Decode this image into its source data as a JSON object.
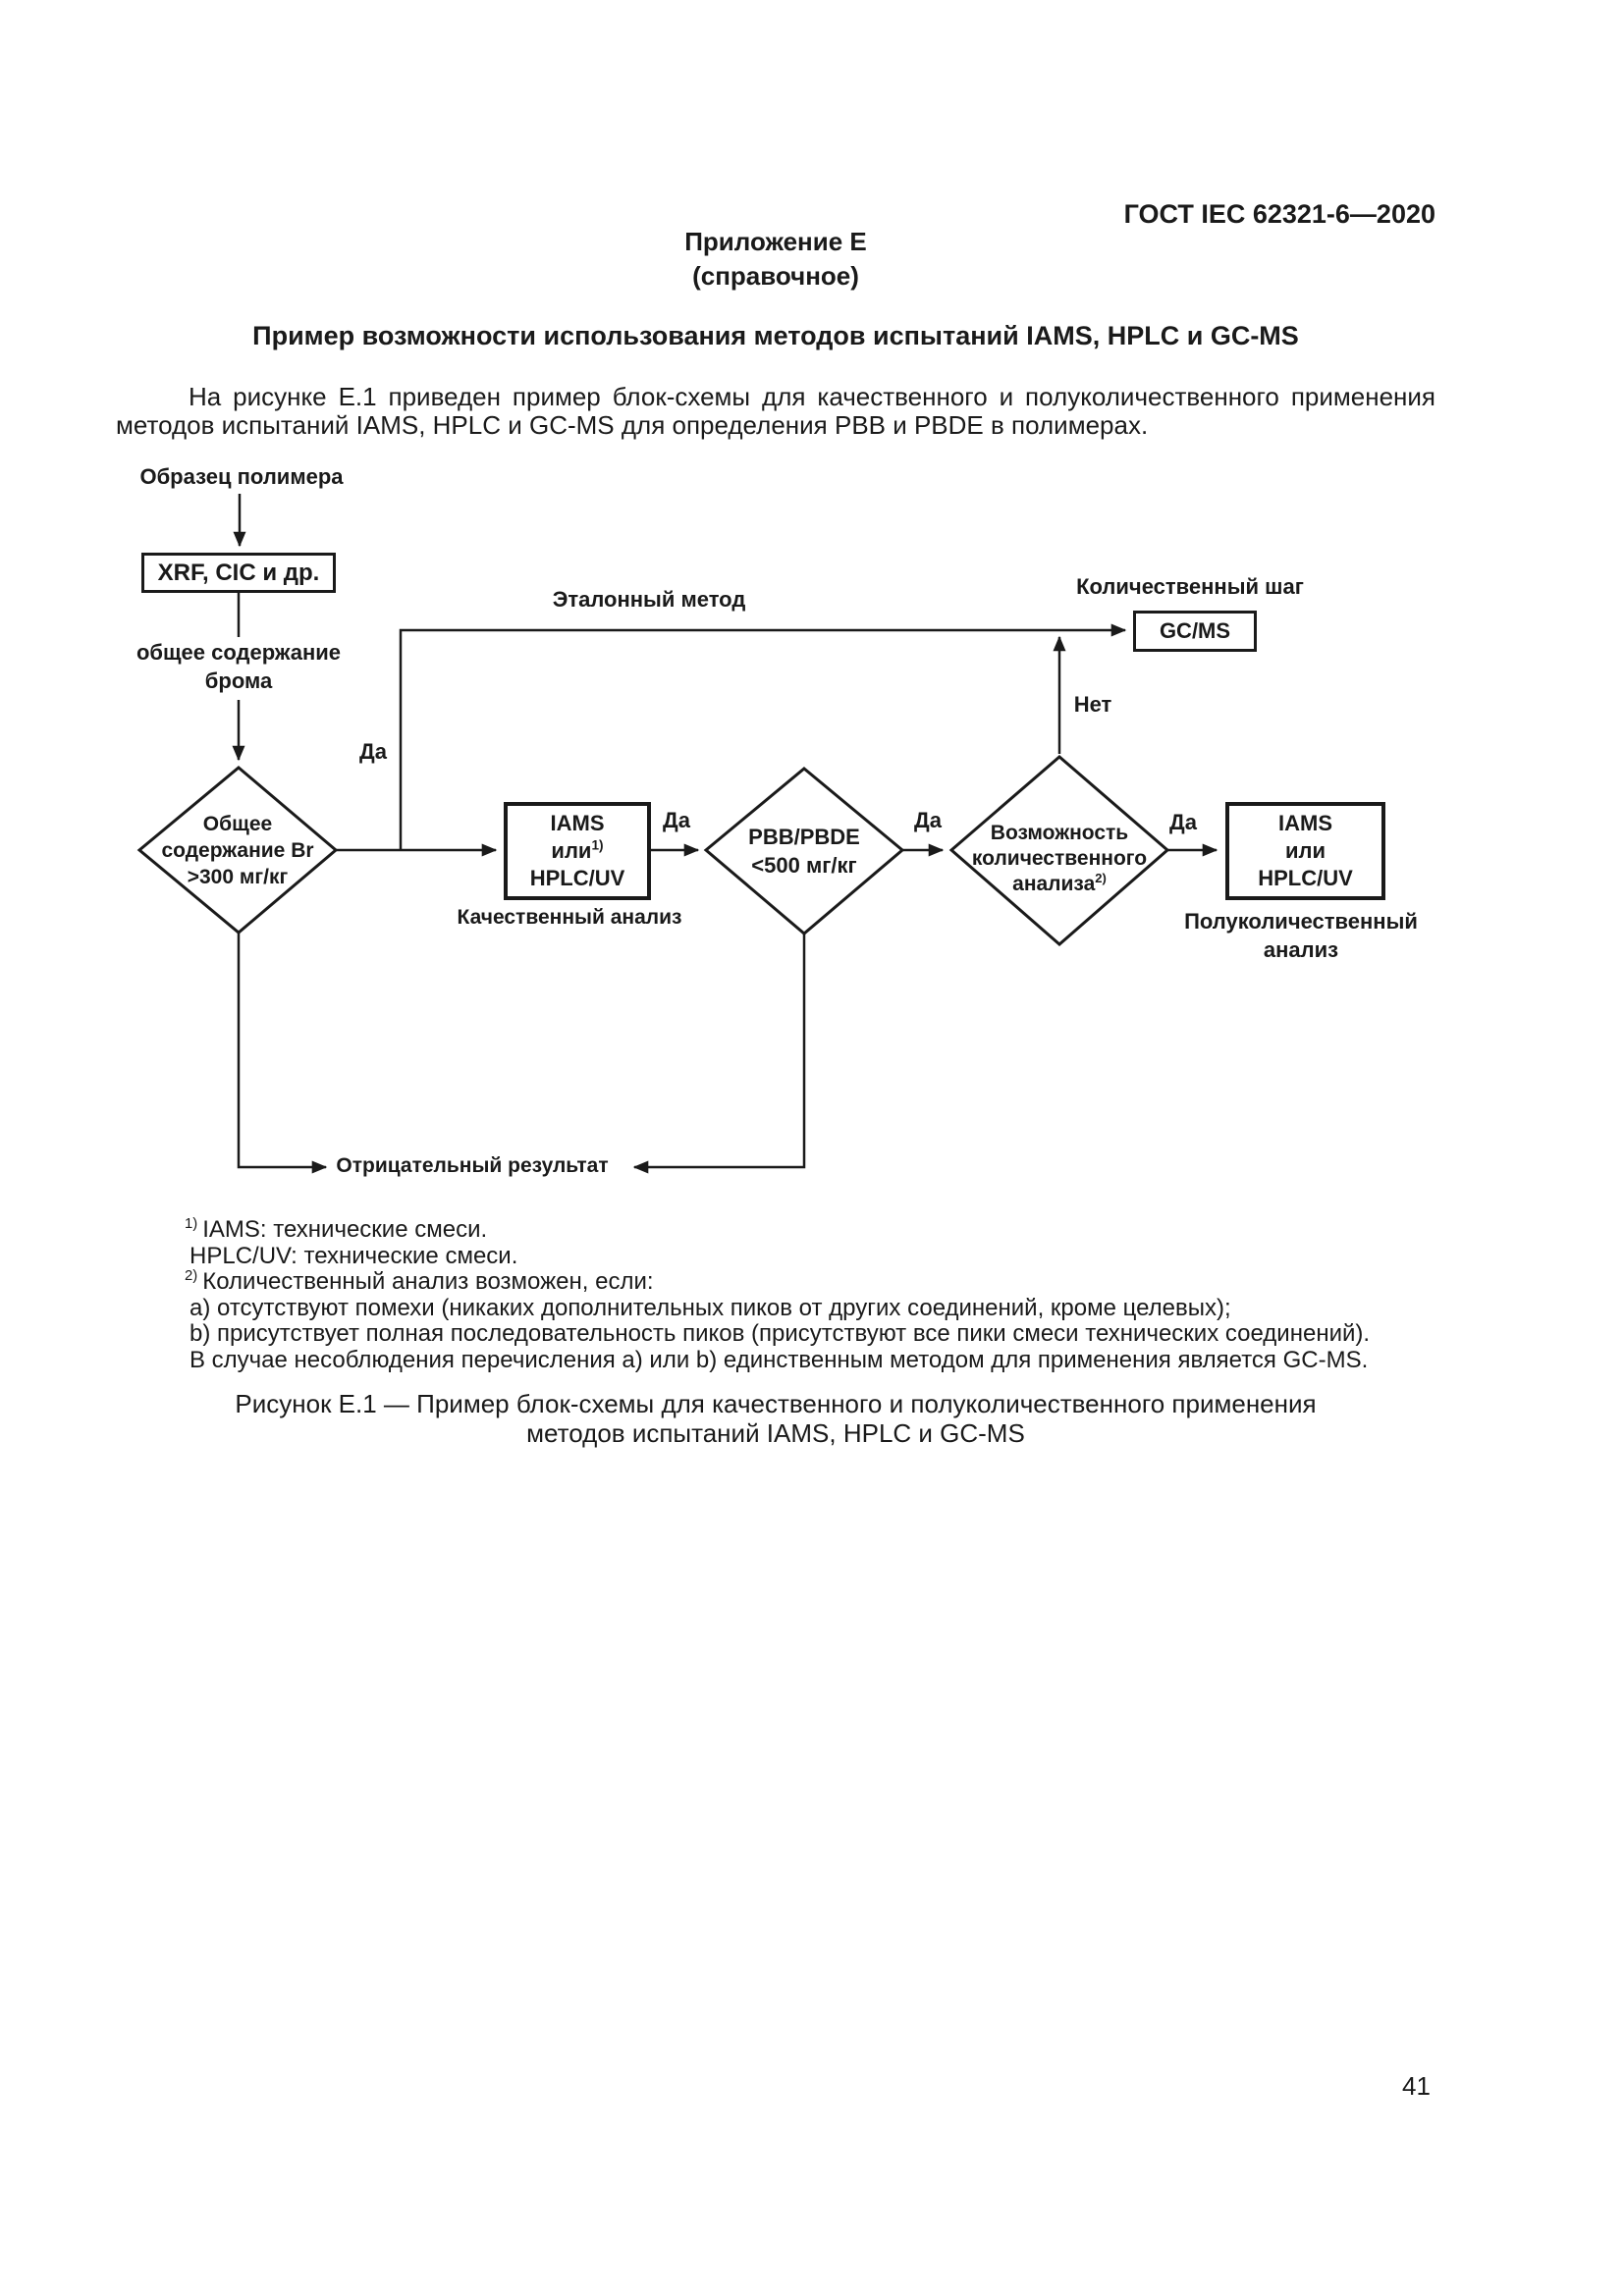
{
  "colors": {
    "ink": "#1a1a1a",
    "paper": "#ffffff"
  },
  "header": {
    "doc_code": "ГОСТ IEC 62321-6—2020"
  },
  "annex": {
    "label": "Приложение Е",
    "kind": "(справочное)",
    "heading": "Пример возможности использования методов испытаний IAMS, HPLC и GC-MS",
    "intro": "На рисунке Е.1 приведен пример блок-схемы для качественного и полуколичественного применения методов испытаний IAMS, HPLC и GC-MS для определения PBB и PBDE в полимерах."
  },
  "flowchart": {
    "start": "Образец полимера",
    "xrf_box": "XRF, CIC и др.",
    "bromine": {
      "l1": "общее содержание",
      "l2": "брома"
    },
    "d1": {
      "l1": "Общее",
      "l2": "содержание Br",
      "l3": ">300 мг/кг"
    },
    "yes1": "Да",
    "yes2": "Да",
    "yes3": "Да",
    "yes4": "Да",
    "no1": "Нет",
    "reference": "Эталонный метод",
    "quant_step": "Количественный шаг",
    "gcms": "GC/MS",
    "qual_box": {
      "l1": "IAMS",
      "l2": "или",
      "sup": "1)",
      "l3": "HPLC/UV"
    },
    "qual_label": "Качественный анализ",
    "d2": {
      "l1": "PBB/PBDE",
      "l2": "<500 мг/кг"
    },
    "d3": {
      "l1": "Возможность",
      "l2": "количественного",
      "l3": "анализа",
      "sup": "2)"
    },
    "semi_box": {
      "l1": "IAMS",
      "l2": "или",
      "l3": "HPLC/UV"
    },
    "semi_label": {
      "l1": "Полуколичественный",
      "l2": "анализ"
    },
    "negative": "Отрицательный результат"
  },
  "footnotes": [
    {
      "sup": "1)",
      "text": "IAMS: технические смеси."
    },
    {
      "sup": "",
      "text": "HPLC/UV: технические смеси."
    },
    {
      "sup": "2)",
      "text": "Количественный анализ возможен, если:"
    },
    {
      "sup": "",
      "text": "a) отсутствуют помехи (никаких дополнительных пиков от других соединений, кроме целевых);"
    },
    {
      "sup": "",
      "text": "b) присутствует полная последовательность пиков (присутствуют все пики смеси технических соединений)."
    },
    {
      "sup": "",
      "text": "В случае несоблюдения перечисления a) или b) единственным методом для применения является GC-MS."
    }
  ],
  "caption": {
    "l1": "Рисунок Е.1 — Пример блок-схемы для качественного и полуколичественного применения",
    "l2": "методов испытаний IAMS, HPLC и GC-MS"
  },
  "page_number": "41"
}
